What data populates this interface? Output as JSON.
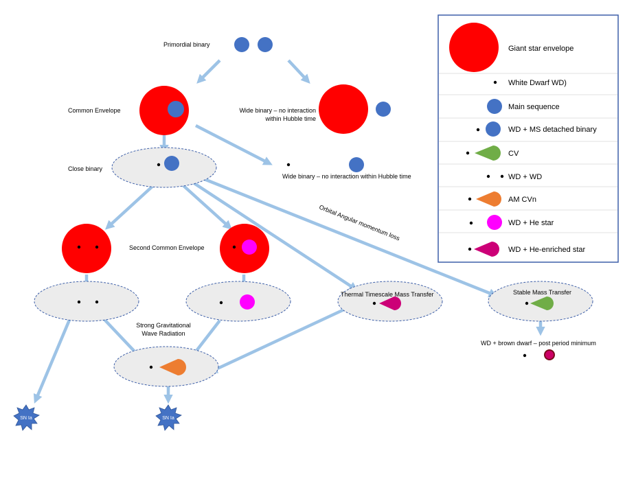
{
  "colors": {
    "giant": "#ff0000",
    "main_sequence": "#4472c4",
    "cv": "#70ad47",
    "am_cvn": "#ed7d31",
    "he_star": "#ff00ff",
    "he_enriched": "#cc0077",
    "arrow": "#9dc3e6",
    "envelope_fill": "#ececec",
    "envelope_stroke": "#3d5fa8",
    "legend_border": "#3d5fa8",
    "supernova": "#4472c4",
    "brown_dwarf_fill": "#cc0066",
    "brown_dwarf_ring": "#7a0c1c"
  },
  "labels": {
    "primordial_binary": "Primordial binary",
    "common_envelope": "Common Envelope",
    "wide_binary_1_line1": "Wide binary – no interaction",
    "wide_binary_1_line2": "within Hubble time",
    "close_binary": "Close binary",
    "wide_binary_2": "Wide binary – no interaction within Hubble time",
    "orbital_am_loss": "Orbital Angular momentum loss",
    "second_common_envelope": "Second Common Envelope",
    "thermal_mass_transfer": "Thermal Timescale Mass Transfer",
    "stable_mass_transfer": "Stable Mass Transfer",
    "strong_gw_line1": "Strong Gravitational",
    "strong_gw_line2": "Wave Radiation",
    "wd_brown_dwarf": "WD + brown dwarf – post period minimum",
    "sn_ia_left": "SN Ia",
    "sn_ia_mid": "SN Ia"
  },
  "legend": {
    "items": [
      {
        "label": "Giant star envelope",
        "icon": "giant-star-icon"
      },
      {
        "label": "White Dwarf WD)",
        "icon": "white-dwarf-icon"
      },
      {
        "label": "Main sequence",
        "icon": "main-sequence-icon"
      },
      {
        "label": "WD + MS detached binary",
        "icon": "wd-ms-icon"
      },
      {
        "label": "CV",
        "icon": "cv-icon"
      },
      {
        "label": "WD + WD",
        "icon": "wd-wd-icon"
      },
      {
        "label": "AM CVn",
        "icon": "am-cvn-icon"
      },
      {
        "label": "WD + He star",
        "icon": "wd-he-star-icon"
      },
      {
        "label": "WD + He-enriched star",
        "icon": "wd-he-enriched-icon"
      }
    ]
  }
}
